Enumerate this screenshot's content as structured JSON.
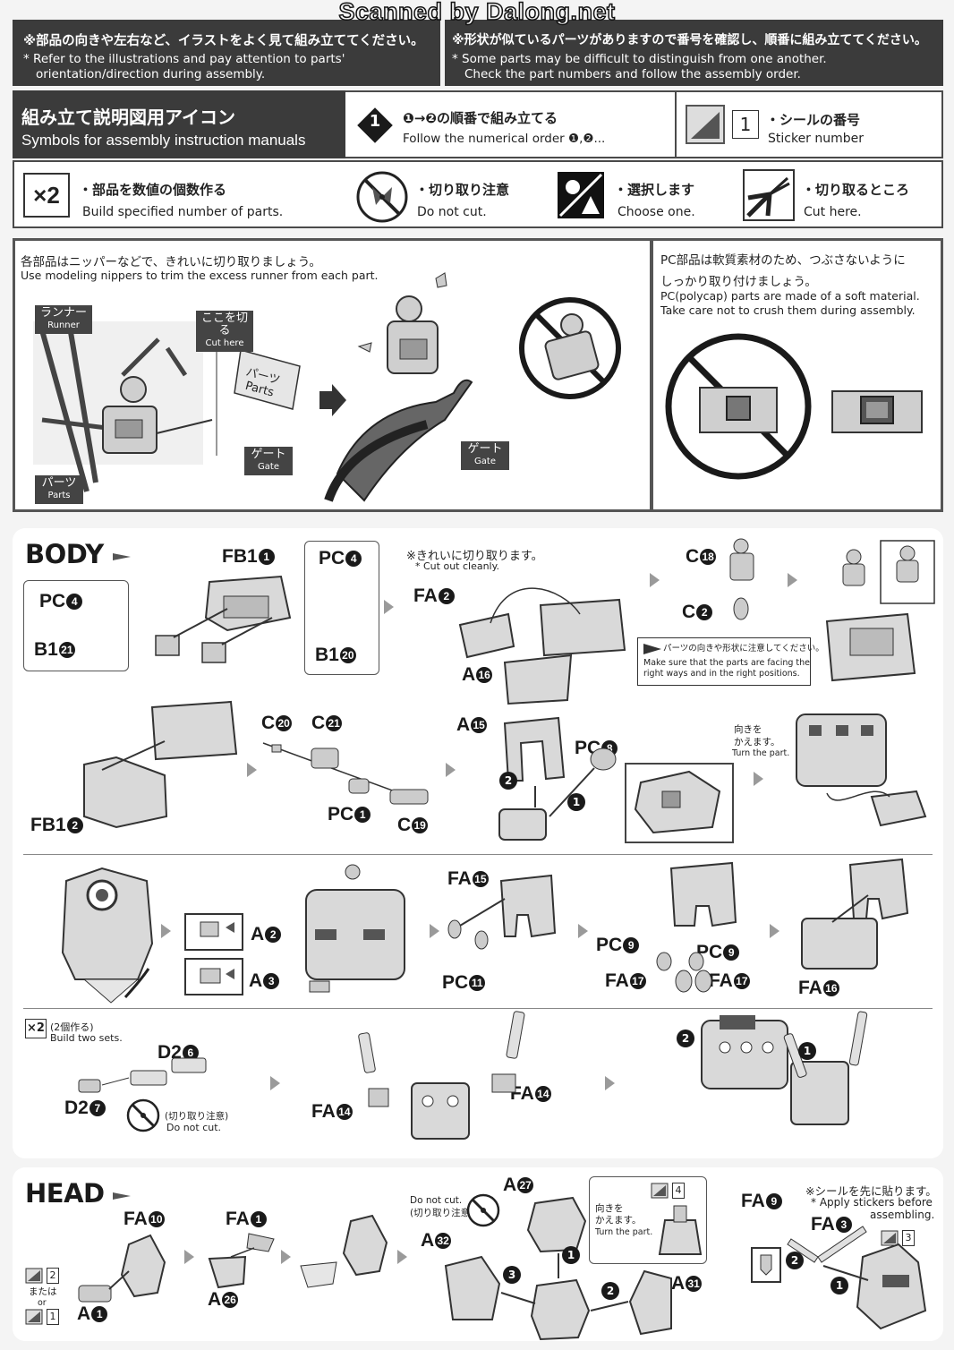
{
  "watermark": "Scanned by Dalong.net",
  "header": {
    "left_jp": "※部品の向きや左右など、イラストをよく見て組み立ててください。",
    "left_en_1": "* Refer to the illustrations and pay attention to parts'",
    "left_en_2": "orientation/direction during assembly.",
    "right_jp": "※形状が似ているパーツがありますので番号を確認し、順番に組み立ててください。",
    "right_en_1": "* Some parts may be difficult to distinguish from one another.",
    "right_en_2": "Check the part numbers and follow the assembly order."
  },
  "symbols": {
    "title_jp": "組み立て説明図用アイコン",
    "title_en": "Symbols for assembly instruction manuals",
    "order_badge": "1",
    "order_jp": "❶→❷の順番で組み立てる",
    "order_en": "Follow the numerical order ❶,❷...",
    "sticker_num": "1",
    "sticker_jp": "・シールの番号",
    "sticker_en": "Sticker number",
    "build_icon": "×2",
    "build_jp": "・部品を数値の個数作る",
    "build_en": "Build specified number of parts.",
    "nocut_jp": "・切り取り注意",
    "nocut_en": "Do not cut.",
    "choose_jp": "・選択します",
    "choose_en": "Choose one.",
    "cut_jp": "・切り取るところ",
    "cut_en": "Cut here."
  },
  "nipper_panel": {
    "jp": "各部品はニッパーなどで、きれいに切り取りましょう。",
    "en": "Use modeling nippers to trim the excess runner from each part.",
    "runner_jp": "ランナー",
    "runner_en": "Runner",
    "cut_jp": "ここを切る",
    "cut_en": "Cut here",
    "parts_jp": "パーツ",
    "parts_en": "Parts",
    "gate_jp": "ゲート",
    "gate_en": "Gate",
    "parts2_jp": "パーツ",
    "parts2_en": "Parts",
    "gate2_jp": "ゲート",
    "gate2_en": "Gate"
  },
  "pc_panel": {
    "jp_1": "PC部品は軟質素材のため、つぶさないように",
    "jp_2": "しっかり取り付けましょう。",
    "en_1": "PC(polycap) parts are made of a soft material.",
    "en_2": "Take care not to crush them during assembly."
  },
  "body": {
    "title": "BODY",
    "row1": {
      "fb1": "FB1",
      "fb1_n": "1",
      "pc4a": "PC",
      "pc4a_n": "4",
      "b1a": "B1",
      "b1a_n": "21",
      "pc4b": "PC",
      "pc4b_n": "4",
      "b1b": "B1",
      "b1b_n": "20",
      "note_jp": "※きれいに切り取ります。",
      "note_en": "* Cut out cleanly.",
      "fa2": "FA",
      "fa2_n": "2",
      "a16": "A",
      "a16_n": "16",
      "c18": "C",
      "c18_n": "18",
      "c2": "C",
      "c2_n": "2",
      "warn_jp": "パーツの向きや形状に注意してください。",
      "warn_en_1": "Make sure that the parts are facing the",
      "warn_en_2": "right ways and in the right positions."
    },
    "row2": {
      "fb12": "FB1",
      "fb12_n": "2",
      "c20": "C",
      "c20_n": "20",
      "c21": "C",
      "c21_n": "21",
      "pc1": "PC",
      "pc1_n": "1",
      "c19": "C",
      "c19_n": "19",
      "a15": "A",
      "a15_n": "15",
      "pc8": "PC",
      "pc8_n": "8",
      "step1": "1",
      "step2": "2",
      "turn_jp": "向きを",
      "turn_jp2": "かえます。",
      "turn_en": "Turn the part."
    },
    "row3": {
      "a2": "A",
      "a2_n": "2",
      "a3": "A",
      "a3_n": "3",
      "fa15": "FA",
      "fa15_n": "15",
      "pc11": "PC",
      "pc11_n": "11",
      "pc9a": "PC",
      "pc9a_n": "9",
      "pc9b": "PC",
      "pc9b_n": "9",
      "fa17a": "FA",
      "fa17a_n": "17",
      "fa17b": "FA",
      "fa17b_n": "17",
      "fa16": "FA",
      "fa16_n": "16"
    },
    "row4": {
      "x2": "×2",
      "x2_jp": "(2個作る)",
      "x2_en": "Build two sets.",
      "d26": "D2",
      "d26_n": "6",
      "d27": "D2",
      "d27_n": "7",
      "nocut_jp": "(切り取り注意)",
      "nocut_en": "Do not cut.",
      "fa14a": "FA",
      "fa14a_n": "14",
      "fa14b": "FA",
      "fa14b_n": "14",
      "step1": "1",
      "step2": "2"
    }
  },
  "head": {
    "title": "HEAD",
    "fa10": "FA",
    "fa10_n": "10",
    "fa1": "FA",
    "fa1_n": "1",
    "a26": "A",
    "a26_n": "26",
    "a1": "A",
    "a1_n": "1",
    "sticker2": "2",
    "or_jp": "または",
    "or_en": "or",
    "sticker1": "1",
    "nocut_en": "Do not cut.",
    "nocut_jp": "(切り取り注意)",
    "a27": "A",
    "a27_n": "27",
    "a32": "A",
    "a32_n": "32",
    "a31": "A",
    "a31_n": "31",
    "turn_jp": "向きを",
    "turn_jp2": "かえます。",
    "turn_en": "Turn the part.",
    "sticker4": "4",
    "fa9": "FA",
    "fa9_n": "9",
    "fa3": "FA",
    "fa3_n": "3",
    "sticker3": "3",
    "apply_jp": "※シールを先に貼ります。",
    "apply_en_1": "* Apply stickers before",
    "apply_en_2": "assembling.",
    "step1": "1",
    "step2": "2",
    "step3": "3"
  }
}
